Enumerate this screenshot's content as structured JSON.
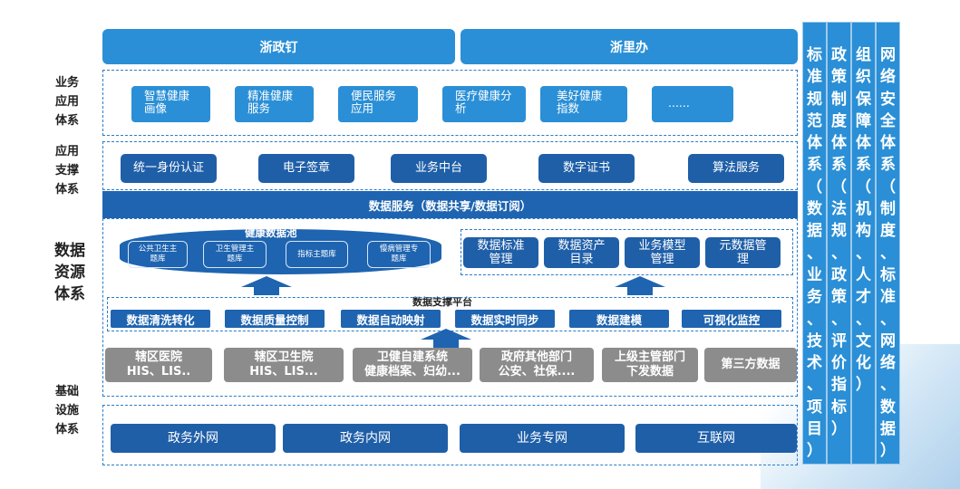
{
  "top_bars": [
    "浙政钉",
    "浙里办"
  ],
  "layers": {
    "business": [
      "业务",
      "应用",
      "体系"
    ],
    "support": [
      "应用",
      "支撑",
      "体系"
    ],
    "data": [
      "数据",
      "资源",
      "体系"
    ],
    "infra": [
      "基础",
      "设施",
      "体系"
    ]
  },
  "business_apps": [
    [
      "智慧健康",
      "画像"
    ],
    [
      "精准健康",
      "服务"
    ],
    [
      "便民服务",
      "应用"
    ],
    [
      "医疗健康分",
      "析"
    ],
    [
      "美好健康",
      "指数"
    ],
    [
      "......",
      ""
    ]
  ],
  "support_items": [
    "统一身份认证",
    "电子签章",
    "业务中台",
    "数字证书",
    "算法服务"
  ],
  "data_service": "数据服务（数据共享/数据订阅）",
  "pool": {
    "title": "健康数据池",
    "items": [
      [
        "公共卫生主",
        "题库"
      ],
      [
        "卫生管理主",
        "题库"
      ],
      [
        "指标主题库",
        ""
      ],
      [
        "慢病管理专",
        "题库"
      ]
    ]
  },
  "governance": [
    [
      "数据标准",
      "管理"
    ],
    [
      "数据资产",
      "目录"
    ],
    [
      "业务模型",
      "管理"
    ],
    [
      "元数据管",
      "理"
    ]
  ],
  "platform": {
    "title": "数据支撑平台",
    "items": [
      "数据清洗转化",
      "数据质量控制",
      "数据自动映射",
      "数据实时同步",
      "数据建模",
      "可视化监控"
    ]
  },
  "sources": [
    [
      "辖区医院",
      "HIS、LIS.."
    ],
    [
      "辖区卫生院",
      "HIS、LIS..."
    ],
    [
      "卫健自建系统",
      "健康档案、妇幼..."
    ],
    [
      "政府其他部门",
      "公安、社保...."
    ],
    [
      "上级主管部门",
      "下发数据"
    ],
    [
      "第三方数据",
      ""
    ]
  ],
  "networks": [
    "政务外网",
    "政务内网",
    "业务专网",
    "互联网"
  ],
  "systems": [
    "标准规范体系（数据、业务、技术、项目）",
    "政策制度体系（法规、政策、评价指标）",
    "组织保障体系（机构、人才、文化）",
    "网络安全体系（制度、标准、网络、数据）"
  ],
  "colors": {
    "accent": "#2a8fd6",
    "dark": "#1e64b0",
    "grey": "#8c8c8c"
  }
}
